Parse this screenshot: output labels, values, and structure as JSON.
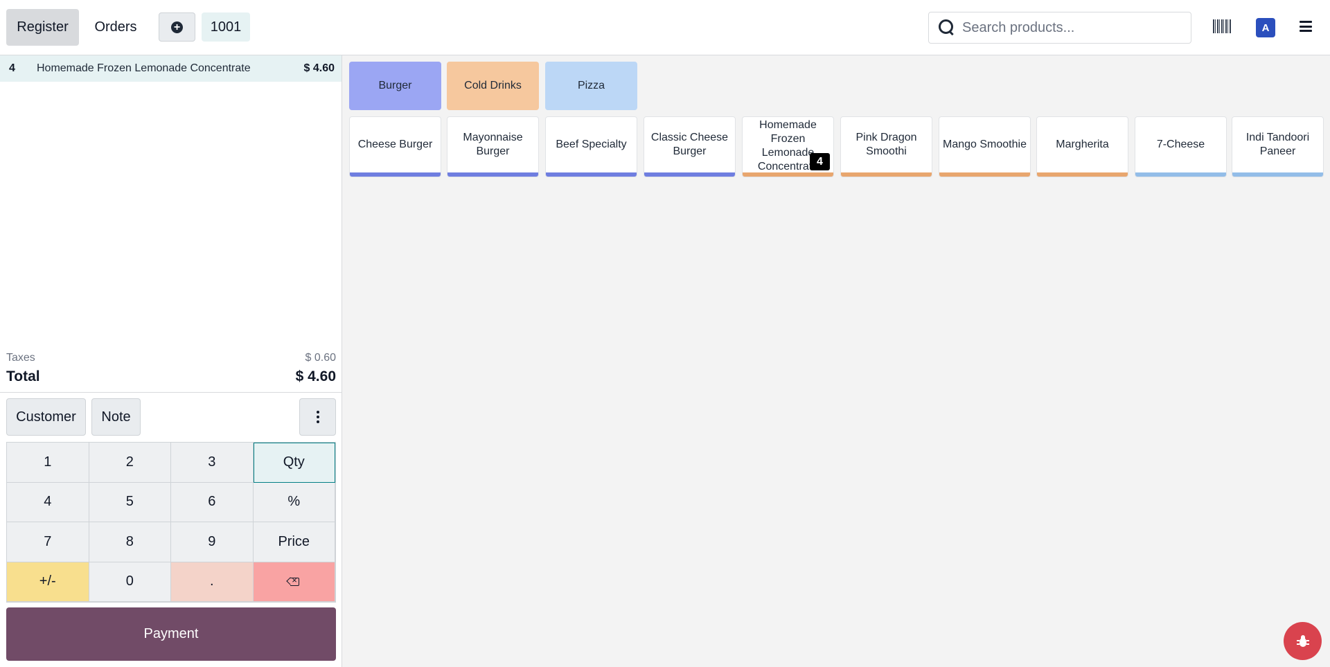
{
  "navbar": {
    "register_label": "Register",
    "orders_label": "Orders",
    "new_order_icon": "plus-circle-icon",
    "current_order": "1001",
    "search_placeholder": "Search products...",
    "barcode_icon": "barcode-icon",
    "user_initial": "A",
    "menu_icon": "hamburger-menu-icon"
  },
  "order": {
    "lines": [
      {
        "qty": "4",
        "name": "Homemade Frozen Lemonade Concentrate",
        "price": "$ 4.60"
      }
    ],
    "taxes_label": "Taxes",
    "taxes_value": "$ 0.60",
    "total_label": "Total",
    "total_value": "$ 4.60"
  },
  "controls": {
    "customer_label": "Customer",
    "note_label": "Note",
    "more_icon": "kebab-menu-icon"
  },
  "numpad": {
    "keys": [
      "1",
      "2",
      "3",
      "Qty",
      "4",
      "5",
      "6",
      "%",
      "7",
      "8",
      "9",
      "Price",
      "+/-",
      "0",
      ".",
      "backspace"
    ],
    "active_mode": "Qty"
  },
  "payment_label": "Payment",
  "categories": [
    {
      "name": "Burger",
      "color": "#9ba6f3"
    },
    {
      "name": "Cold Drinks",
      "color": "#f6c89e"
    },
    {
      "name": "Pizza",
      "color": "#bcd7f6"
    }
  ],
  "products": [
    {
      "name": "Cheese Burger",
      "category": "Burger",
      "bar_color": "#6f7ee0"
    },
    {
      "name": "Mayonnaise Burger",
      "category": "Burger",
      "bar_color": "#6f7ee0"
    },
    {
      "name": "Beef Specialty",
      "category": "Burger",
      "bar_color": "#6f7ee0"
    },
    {
      "name": "Classic Cheese Burger",
      "category": "Burger",
      "bar_color": "#6f7ee0"
    },
    {
      "name": "Homemade Frozen Lemonade Concentrate",
      "category": "Cold Drinks",
      "bar_color": "#e8a66e",
      "badge": "4"
    },
    {
      "name": "Pink Dragon Smoothi",
      "category": "Cold Drinks",
      "bar_color": "#e8a66e"
    },
    {
      "name": "Mango Smoothie",
      "category": "Cold Drinks",
      "bar_color": "#e8a66e"
    },
    {
      "name": "Margherita",
      "category": "Cold Drinks",
      "bar_color": "#e8a66e"
    },
    {
      "name": "7-Cheese",
      "category": "Pizza",
      "bar_color": "#93bde8"
    },
    {
      "name": "Indi Tandoori Paneer",
      "category": "Pizza",
      "bar_color": "#93bde8"
    }
  ],
  "debug_icon": "bug-icon",
  "accent_color": "#714b67"
}
